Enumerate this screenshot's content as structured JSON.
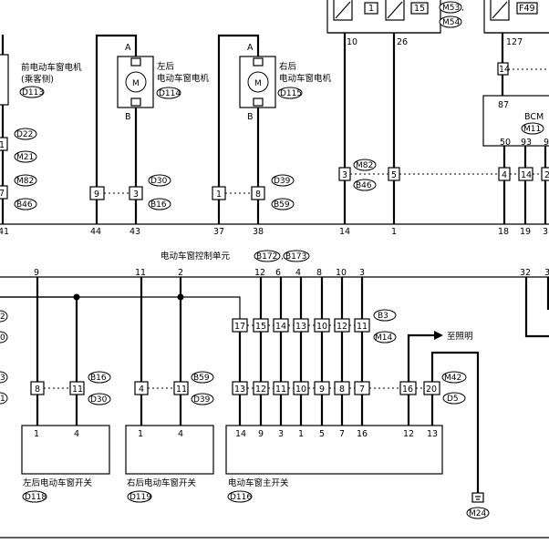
{
  "ecu_label": "电动车窗控制单元",
  "ecu_codes": [
    "B172",
    "B173"
  ],
  "motors": {
    "front_passenger": {
      "name": "前电动车窗电机",
      "note": "(乘客侧)",
      "code": "D113",
      "pins": [
        "D22",
        "M21",
        "M82",
        "B46"
      ],
      "cells": [
        "1",
        "7"
      ]
    },
    "rear_left": {
      "line1": "左后",
      "line2": "电动车窗电机",
      "code": "D114",
      "term_a": "A",
      "term_b": "B",
      "m": "M",
      "conn": [
        "9",
        "3"
      ],
      "codes": [
        "D30",
        "B16"
      ]
    },
    "rear_right": {
      "line1": "右后",
      "line2": "电动车窗电机",
      "code": "D115",
      "term_a": "A",
      "term_b": "B",
      "m": "M",
      "conn": [
        "1",
        "8"
      ],
      "codes": [
        "D39",
        "B59"
      ]
    }
  },
  "upper_bus_pins": [
    "41",
    "44",
    "43",
    "37",
    "38",
    "14",
    "1",
    "18",
    "19",
    "3"
  ],
  "top_fuses": [
    "1",
    "15",
    "F49"
  ],
  "top_fuse_codes": [
    "M53",
    "M54"
  ],
  "top_pins": [
    "10",
    "26",
    "127"
  ],
  "relay_conn": {
    "left": [
      "3",
      "5"
    ],
    "codes": [
      "M82",
      "B46"
    ],
    "right": [
      "4",
      "14",
      "2"
    ]
  },
  "bcm": {
    "label": "BCM",
    "code": "M11",
    "in_pin": "87",
    "in_cell": "14",
    "pins": [
      "50",
      "93",
      "9"
    ]
  },
  "ecu_pins": [
    "9",
    "11",
    "2",
    "12",
    "6",
    "4",
    "8",
    "10",
    "3",
    "32",
    "3"
  ],
  "left_edge_codes": [
    "2",
    "0",
    "3",
    "1"
  ],
  "rl_switch": {
    "label": "左后电动车窗开关",
    "code": "D118",
    "conn": [
      "8",
      "11"
    ],
    "codes": [
      "B16",
      "D30"
    ],
    "pins": [
      "1",
      "4"
    ]
  },
  "rr_switch": {
    "label": "右后电动车窗开关",
    "code": "D119",
    "conn": [
      "4",
      "11"
    ],
    "codes": [
      "B59",
      "D39"
    ],
    "pins": [
      "1",
      "4"
    ]
  },
  "main_switch": {
    "label": "电动车窗主开关",
    "code": "D116",
    "upper_conn": [
      "17",
      "15",
      "14",
      "13",
      "10",
      "12",
      "11"
    ],
    "upper_codes": [
      "B3",
      "M14"
    ],
    "lower_conn": [
      "13",
      "12",
      "11",
      "10",
      "9",
      "8",
      "7",
      "16",
      "20"
    ],
    "lower_codes": [
      "M42",
      "D5"
    ],
    "pins": [
      "14",
      "9",
      "3",
      "1",
      "5",
      "7",
      "16",
      "12",
      "13"
    ]
  },
  "lighting": "至照明",
  "ground": "M24"
}
